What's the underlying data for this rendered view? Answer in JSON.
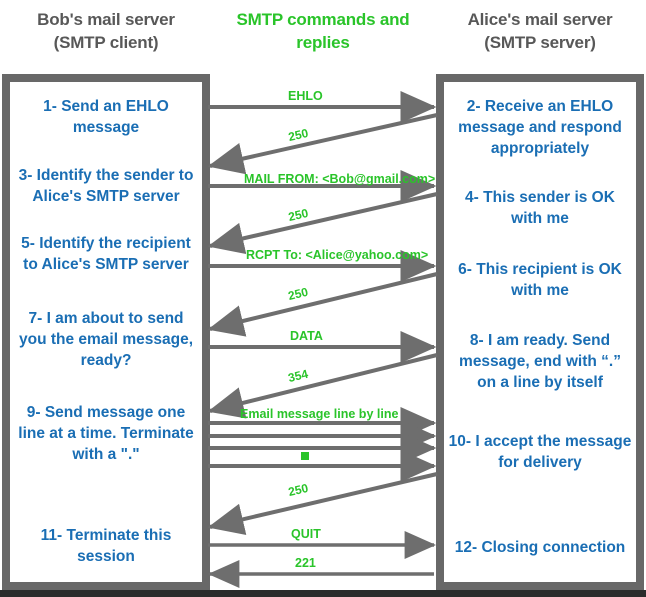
{
  "headers": {
    "left": {
      "line1": "Bob's mail server",
      "line2": "(SMTP client)"
    },
    "middle": {
      "line1": "SMTP commands and",
      "line2": "replies"
    },
    "right": {
      "line1": "Alice's mail server",
      "line2": "(SMTP server)"
    }
  },
  "colors": {
    "step_blue": "#1a6eb4",
    "label_green": "#2ac42a",
    "frame_grey": "#686868",
    "arrow_grey": "#6e6e6e",
    "header_grey": "#585858"
  },
  "client_steps": [
    {
      "id": "step-1",
      "text": "1- Send an EHLO message"
    },
    {
      "id": "step-3",
      "text": "3- Identify the sender to Alice's SMTP server"
    },
    {
      "id": "step-5",
      "text": "5- Identify the recipient to Alice's SMTP server"
    },
    {
      "id": "step-7",
      "text": "7- I am about to send you the email message, ready?"
    },
    {
      "id": "step-9",
      "text": "9- Send message one line at a time. Terminate with a \".\""
    },
    {
      "id": "step-11",
      "text": "11- Terminate this session"
    }
  ],
  "server_steps": [
    {
      "id": "step-2",
      "text": "2- Receive an EHLO message and respond appropriately"
    },
    {
      "id": "step-4",
      "text": "4- This sender is OK with me"
    },
    {
      "id": "step-6",
      "text": "6- This recipient is OK with me"
    },
    {
      "id": "step-8",
      "text": "8-  I am ready. Send message, end with “.” on a line by itself"
    },
    {
      "id": "step-10",
      "text": "10-  I accept the message for delivery"
    },
    {
      "id": "step-12",
      "text": "12-  Closing connection"
    }
  ],
  "messages": [
    {
      "id": "msg-ehlo",
      "label": "EHLO",
      "direction": "client-to-server"
    },
    {
      "id": "reply-250-a",
      "label": "250",
      "direction": "server-to-client"
    },
    {
      "id": "msg-mail-from",
      "label": "MAIL FROM: <Bob@gmail.com>",
      "direction": "client-to-server"
    },
    {
      "id": "reply-250-b",
      "label": "250",
      "direction": "server-to-client"
    },
    {
      "id": "msg-rcpt-to",
      "label": "RCPT To: <Alice@yahoo.com>",
      "direction": "client-to-server"
    },
    {
      "id": "reply-250-c",
      "label": "250",
      "direction": "server-to-client"
    },
    {
      "id": "msg-data",
      "label": "DATA",
      "direction": "client-to-server"
    },
    {
      "id": "reply-354",
      "label": "354",
      "direction": "server-to-client"
    },
    {
      "id": "msg-email-lines",
      "label": "Email message line by line",
      "direction": "client-to-server"
    },
    {
      "id": "msg-line-2",
      "label": "",
      "direction": "client-to-server"
    },
    {
      "id": "msg-line-3",
      "label": "",
      "direction": "client-to-server"
    },
    {
      "id": "msg-terminator",
      "label": "▪",
      "direction": "client-to-server"
    },
    {
      "id": "reply-250-d",
      "label": "250",
      "direction": "server-to-client"
    },
    {
      "id": "msg-quit",
      "label": "QUIT",
      "direction": "client-to-server"
    },
    {
      "id": "reply-221",
      "label": "221",
      "direction": "server-to-client"
    }
  ]
}
